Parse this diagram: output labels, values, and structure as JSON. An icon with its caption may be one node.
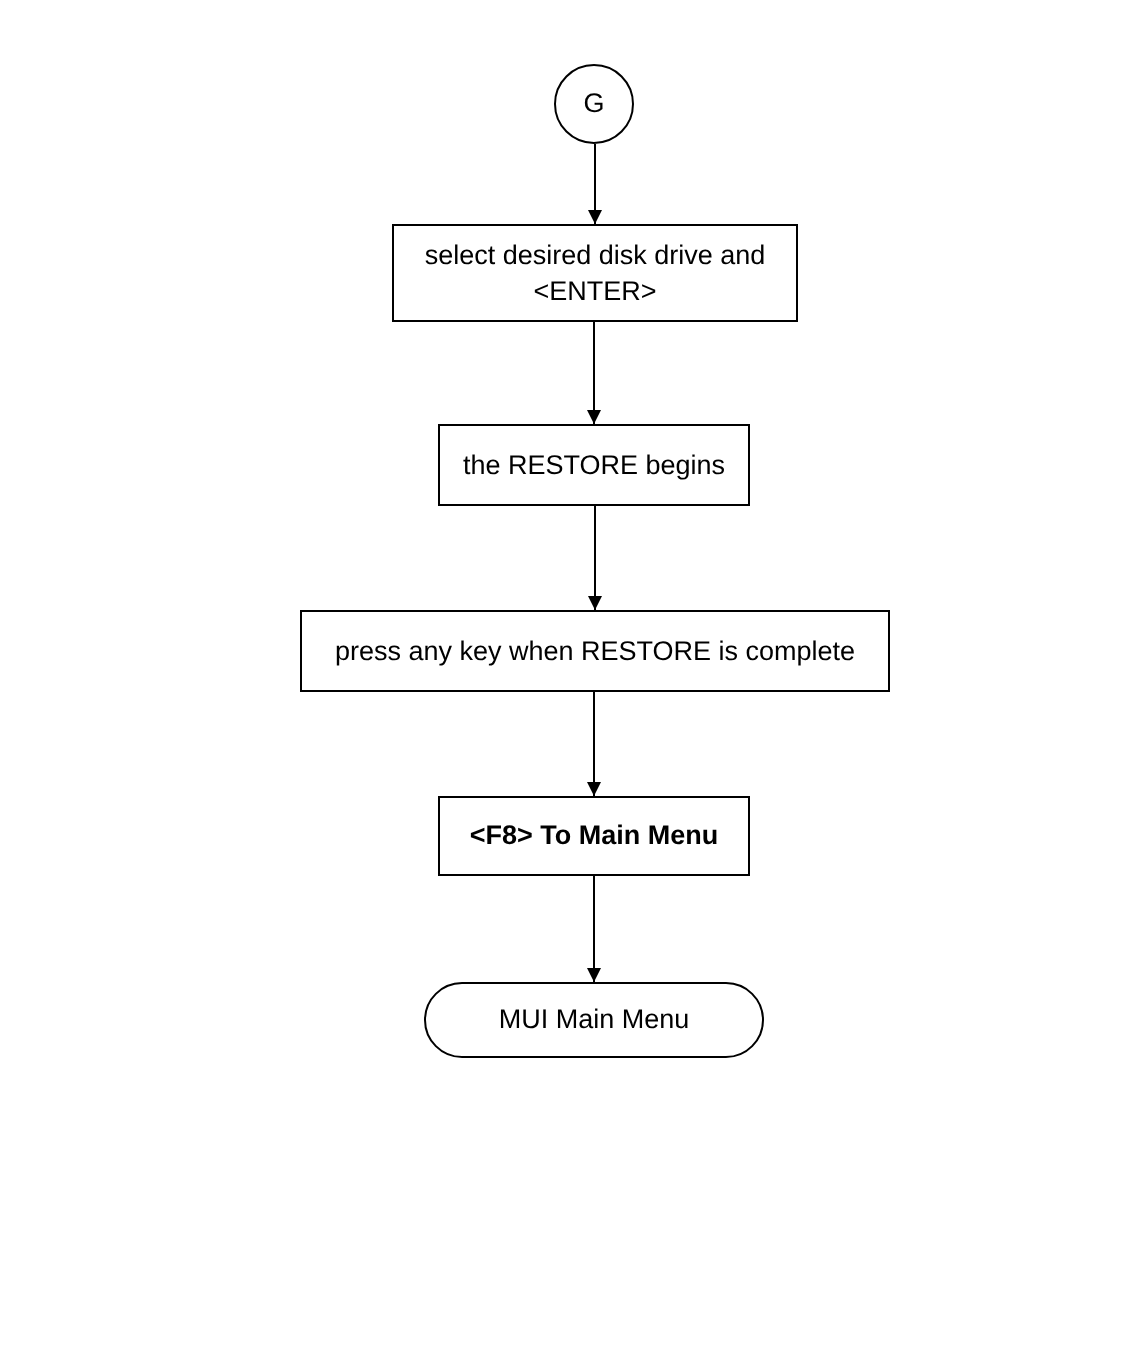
{
  "diagram": {
    "nodes": [
      {
        "text": [
          "G"
        ]
      },
      {
        "text": [
          "select desired disk drive and <ENTER>"
        ]
      },
      {
        "text": [
          "the RESTORE begins"
        ]
      },
      {
        "text": [
          "press any key when RESTORE is complete"
        ]
      },
      {
        "text": [
          "<F8> To Main Menu"
        ]
      },
      {
        "text": [
          "MUI Main Menu"
        ]
      }
    ],
    "edges": [
      {
        "from": 0,
        "to": 1,
        "arrow": "to"
      },
      {
        "from": 1,
        "to": 2,
        "arrow": "to"
      },
      {
        "from": 2,
        "to": 3,
        "arrow": "to"
      },
      {
        "from": 3,
        "to": 4,
        "arrow": "to"
      },
      {
        "from": 4,
        "to": 5,
        "arrow": "to"
      }
    ]
  }
}
